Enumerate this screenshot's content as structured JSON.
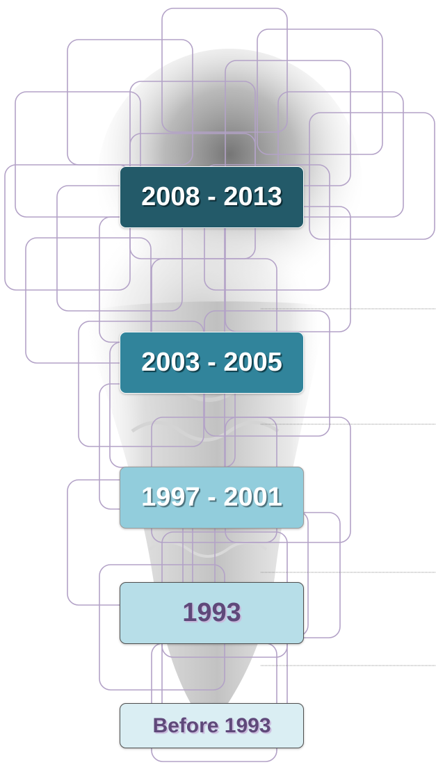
{
  "timeline": {
    "eras": [
      {
        "label": "2008 - 2013",
        "fill": "#235a69",
        "text_color": "#ffffff",
        "border": "#ffffff",
        "text_shadow": "#0b2830"
      },
      {
        "label": "2003 - 2005",
        "fill": "#31849b",
        "text_color": "#ffffff",
        "border": "#ffffff",
        "text_shadow": "#0f3d49"
      },
      {
        "label": "1997 - 2001",
        "fill": "#92cddc",
        "text_color": "#ffffff",
        "border": "#9a9a9a",
        "text_shadow": "#4a6f7a"
      },
      {
        "label": "1993",
        "fill": "#b7dee8",
        "text_color": "#5f497a",
        "border": "#4f4f4f",
        "text_shadow": "#c9b9dc"
      },
      {
        "label": "Before 1993",
        "fill": "#daeef3",
        "text_color": "#5f497a",
        "border": "#4f4f4f",
        "text_shadow": "#c9b9dc"
      }
    ],
    "outline_color": "#b3a2c7",
    "leader_line_color": "#8c8c8c"
  }
}
